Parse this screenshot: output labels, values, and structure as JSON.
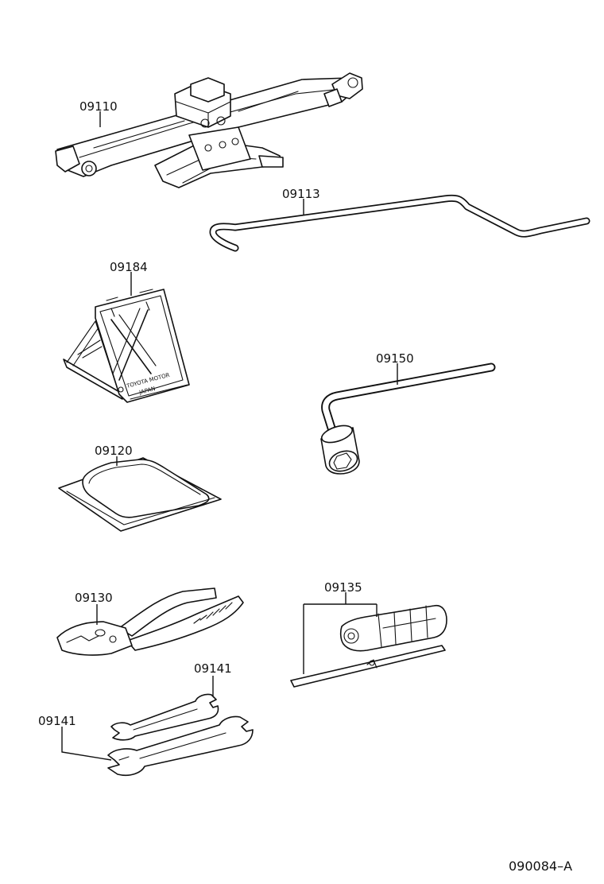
{
  "parts": [
    {
      "id": "jack",
      "part_no": "09110"
    },
    {
      "id": "jack-handle",
      "part_no": "09113"
    },
    {
      "id": "wheel-chock",
      "part_no": "09184"
    },
    {
      "id": "wheel-nut-wrench",
      "part_no": "09150"
    },
    {
      "id": "tool-bag",
      "part_no": "09120"
    },
    {
      "id": "pliers",
      "part_no": "09130"
    },
    {
      "id": "screwdriver",
      "part_no": "09135"
    },
    {
      "id": "wrench-small",
      "part_no": "09141"
    },
    {
      "id": "wrench-large",
      "part_no": "09141"
    }
  ],
  "chock_marking": {
    "line1": "TOYOTA MOTOR",
    "line2": "JAPAN"
  },
  "diagram_code": "090084–A"
}
